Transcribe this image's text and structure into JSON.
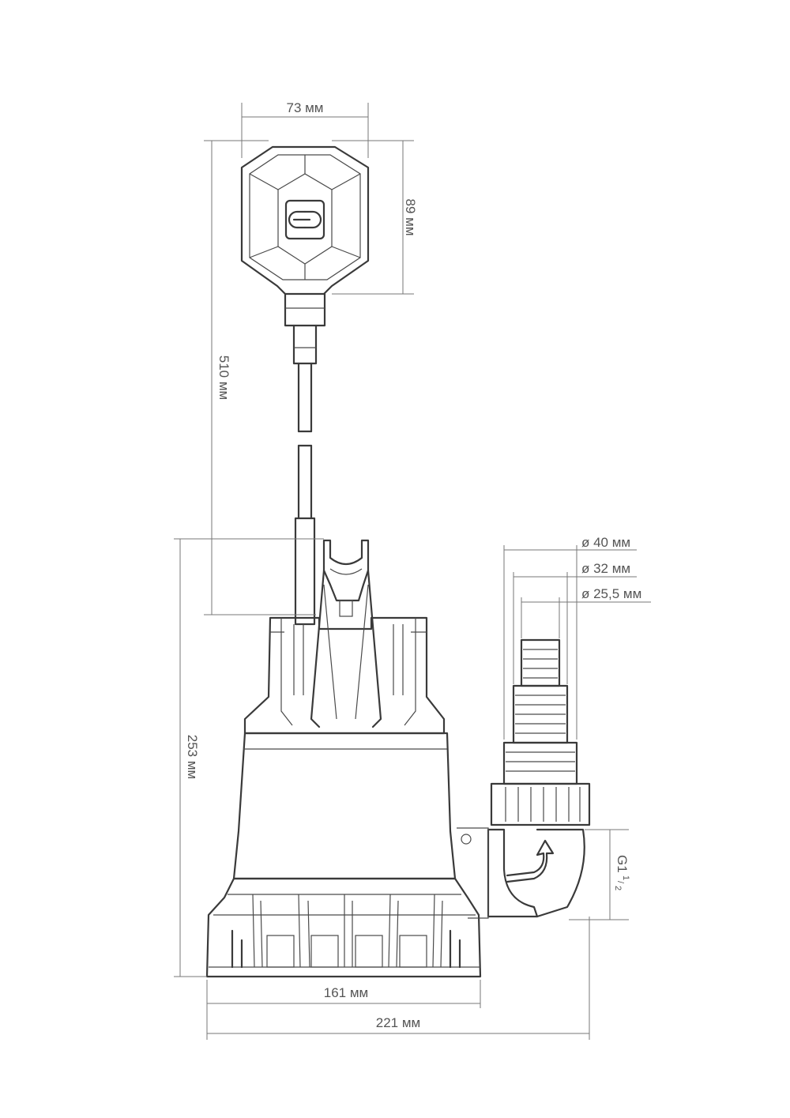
{
  "dimensions": {
    "float_width": "73 мм",
    "float_height": "89 мм",
    "cable_length": "510 мм",
    "pump_height": "253 мм",
    "base_width": "161 мм",
    "total_width": "221 мм",
    "outlet_d1": "ø 40 мм",
    "outlet_d2": "ø 32 мм",
    "outlet_d3": "ø 25,5 мм",
    "thread_main": "G1",
    "thread_frac_num": "1",
    "thread_frac_den": "2"
  },
  "icons": {
    "logo": "brand-logo-icon",
    "flow_arrow": "flow-arrow-icon"
  },
  "colors": {
    "line": "#3a3a3a",
    "dimension": "#777777"
  }
}
